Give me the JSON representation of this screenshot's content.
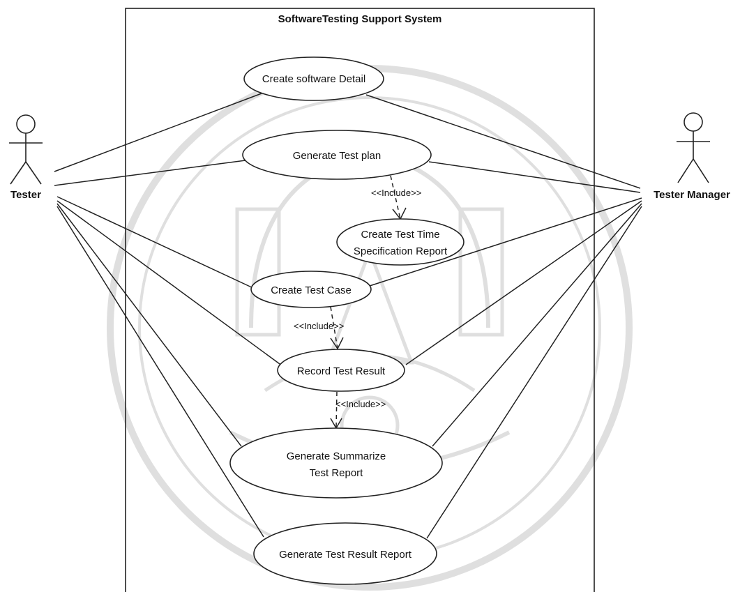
{
  "system": {
    "title": "SoftwareTesting Support System"
  },
  "actors": {
    "tester": "Tester",
    "manager": "Tester Manager"
  },
  "use_cases": {
    "create_software_detail": "Create software Detail",
    "generate_test_plan": "Generate Test plan",
    "test_time_spec_line1": "Create Test Time",
    "test_time_spec_line2": "Specification Report",
    "create_test_case": "Create Test Case",
    "record_test_result": "Record Test Result",
    "summarize_line1": "Generate Summarize",
    "summarize_line2": "Test Report",
    "generate_test_result_report": "Generate Test Result Report"
  },
  "relationships": {
    "include_plan_to_time": "<<Include>>",
    "include_case_to_record": "<<Include>>",
    "include_record_to_summary": "<<Include>>"
  }
}
